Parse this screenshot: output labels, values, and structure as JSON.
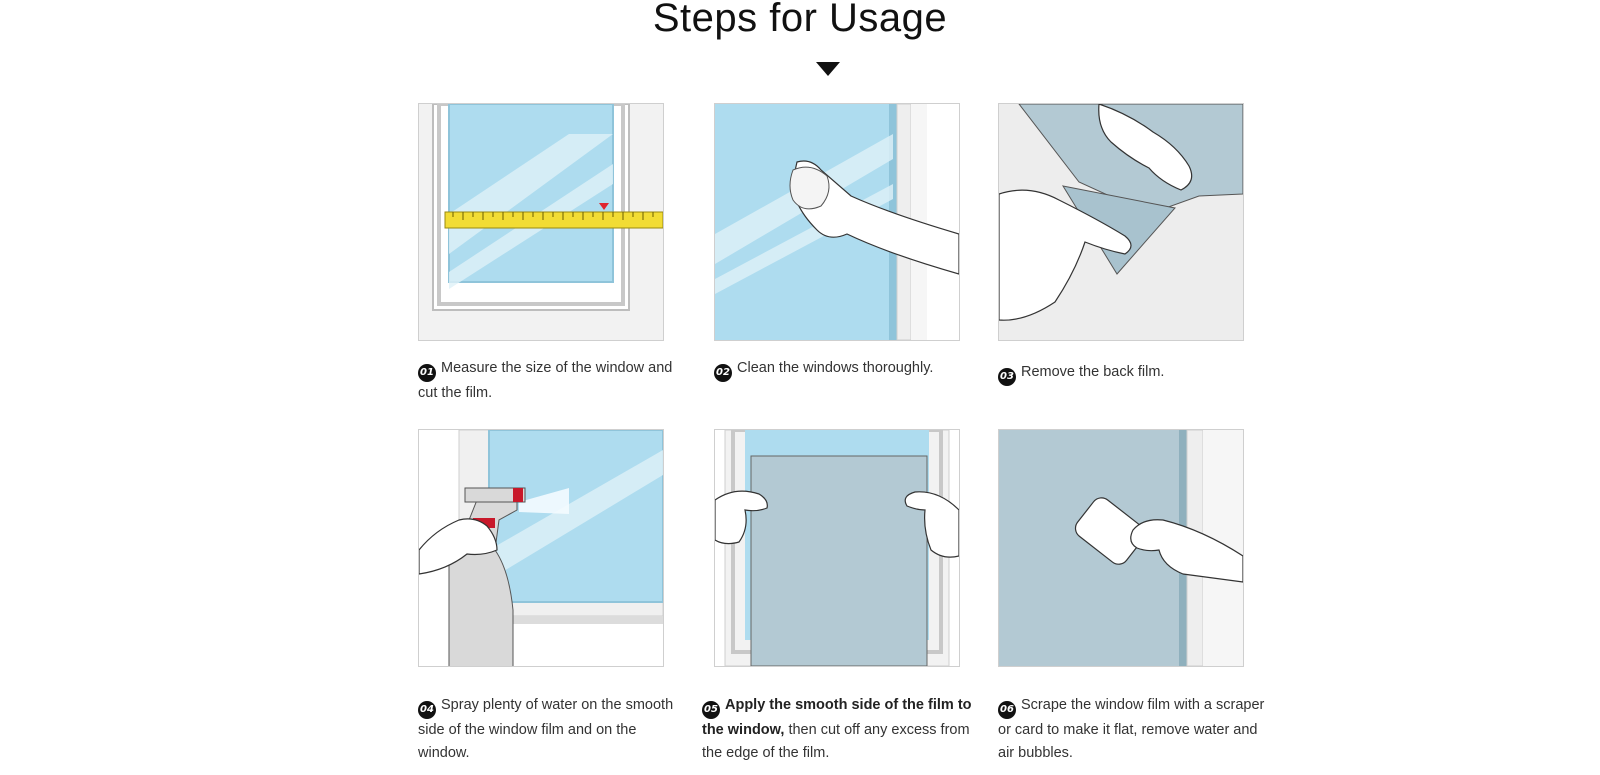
{
  "title": "Steps for Usage",
  "steps": [
    {
      "num": "01",
      "text": "Measure the size of the window and cut the film."
    },
    {
      "num": "02",
      "text": "Clean the windows thoroughly."
    },
    {
      "num": "03",
      "text": "Remove the back film."
    },
    {
      "num": "04",
      "text": "Spray plenty of water on the smooth side of the window film and on the window."
    },
    {
      "num": "05",
      "bold": "Apply the smooth side of the film to the window,",
      "text": " then cut off any excess from the edge of the film."
    },
    {
      "num": "06",
      "text": "Scrape the window film with a scraper or card to make it flat, remove water and air bubbles."
    }
  ],
  "colors": {
    "glass": "#aedcef",
    "film": "#b3c9d3",
    "frame": "#dcdcdc",
    "tape": "#f2dc34"
  }
}
